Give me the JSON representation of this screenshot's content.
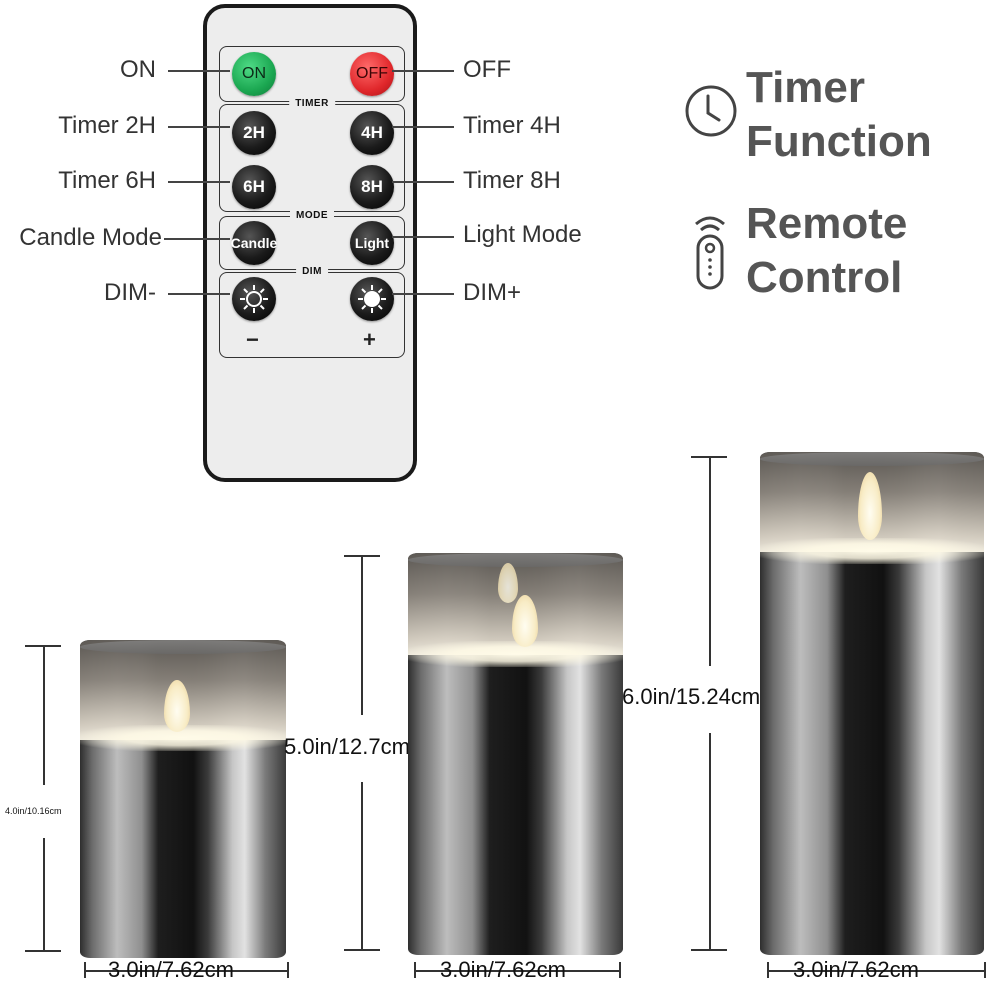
{
  "remote": {
    "groups": {
      "timer": "TIMER",
      "mode": "MODE",
      "dim": "DIM"
    },
    "buttons": {
      "on": "ON",
      "off": "OFF",
      "t2": "2H",
      "t4": "4H",
      "t6": "6H",
      "t8": "8H",
      "candle": "Candle",
      "light": "Light",
      "dim_minus_icon": "sun-outline-icon",
      "dim_plus_icon": "sun-filled-icon"
    },
    "signs": {
      "minus": "−",
      "plus": "+"
    }
  },
  "callouts": {
    "left": [
      "ON",
      "Timer 2H",
      "Timer 6H",
      "Candle Mode",
      "DIM-"
    ],
    "right": [
      "OFF",
      "Timer 4H",
      "Timer 8H",
      "Light Mode",
      "DIM+"
    ]
  },
  "features": [
    {
      "icon": "clock-icon",
      "line1": "Timer",
      "line2": "Function"
    },
    {
      "icon": "remote-control-icon",
      "line1": "Remote",
      "line2": "Control"
    }
  ],
  "candles": [
    {
      "height_label": "4.0in/10.16cm",
      "width_label": "3.0in/7.62cm"
    },
    {
      "height_label": "5.0in/12.7cm",
      "width_label": "3.0in/7.62cm"
    },
    {
      "height_label": "6.0in/15.24cm",
      "width_label": "3.0in/7.62cm"
    }
  ]
}
